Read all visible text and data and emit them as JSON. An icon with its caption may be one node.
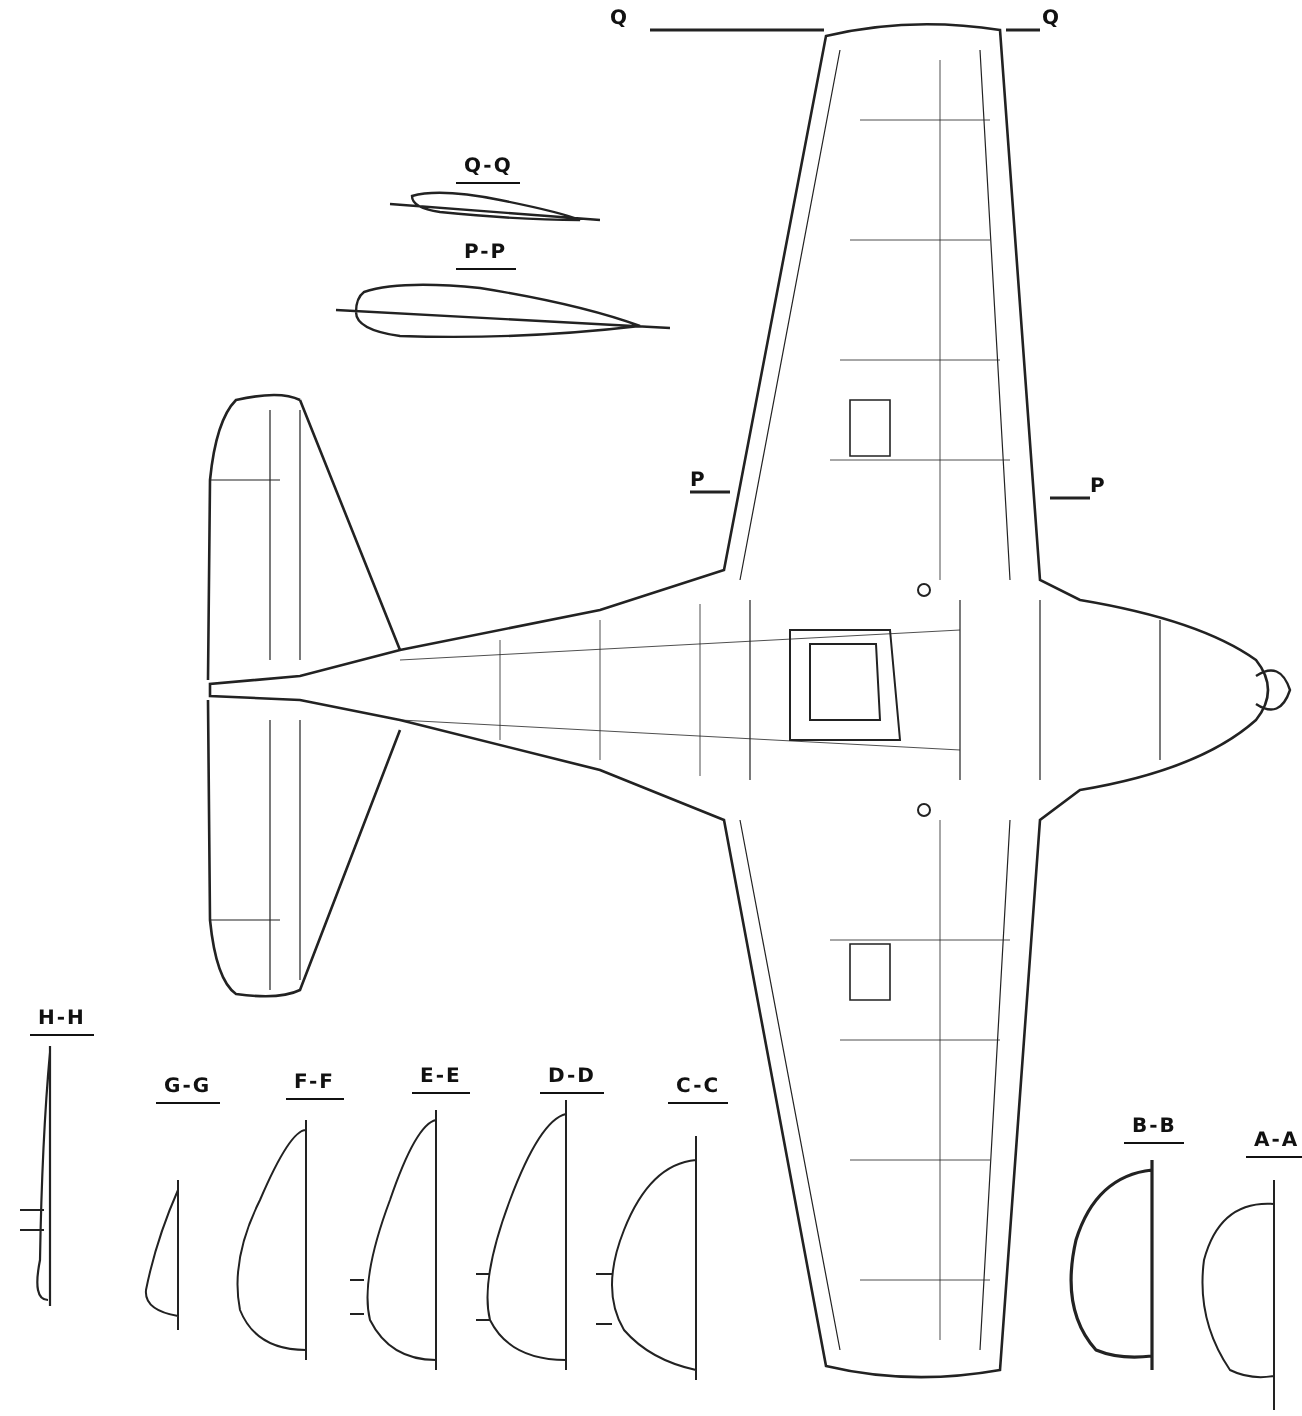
{
  "diagram": {
    "labels": [
      "Q",
      "Q",
      "Q-Q",
      "P-P",
      "P",
      "P",
      "H-H",
      "G-G",
      "F-F",
      "E-E",
      "D-D",
      "C-C",
      "B-B",
      "A-A"
    ]
  }
}
